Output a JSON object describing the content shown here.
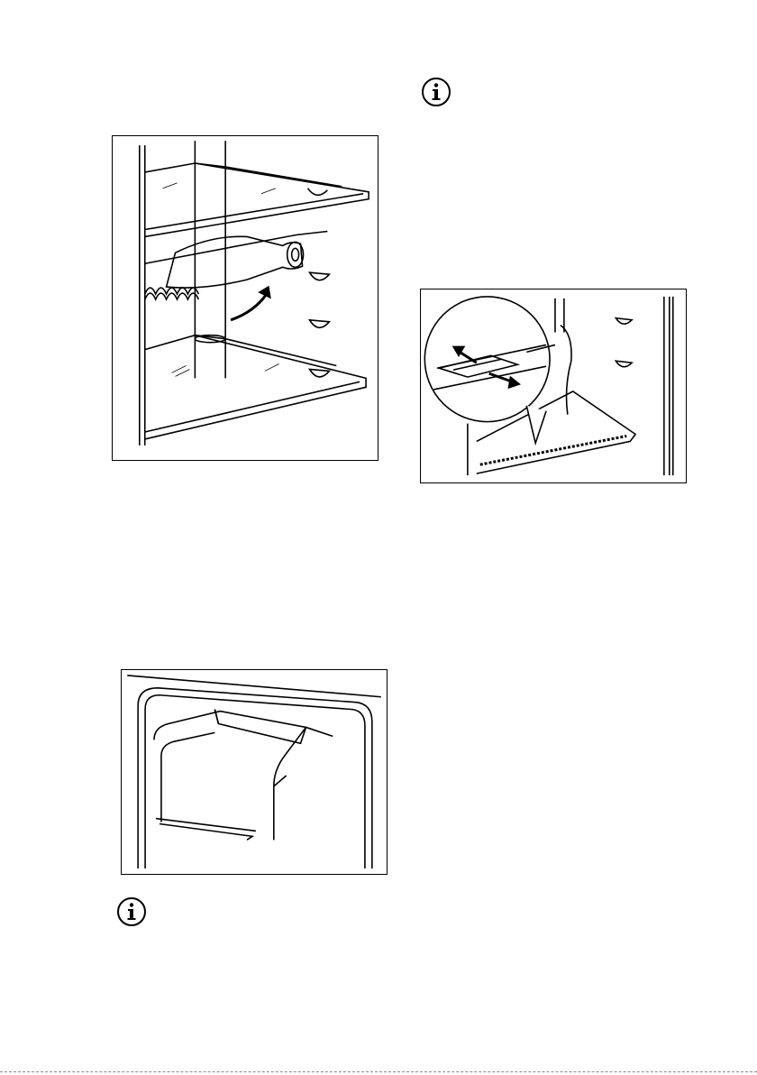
{
  "page": {
    "info_icons": [
      "info-icon",
      "info-icon"
    ],
    "figures": [
      {
        "name": "wine-bottle-rack-illustration",
        "icon": "bottle-rack-figure"
      },
      {
        "name": "air-vent-slider-illustration",
        "icon": "vent-slider-figure"
      },
      {
        "name": "freezer-compartment-illustration",
        "icon": "freezer-compartment-figure"
      }
    ]
  }
}
